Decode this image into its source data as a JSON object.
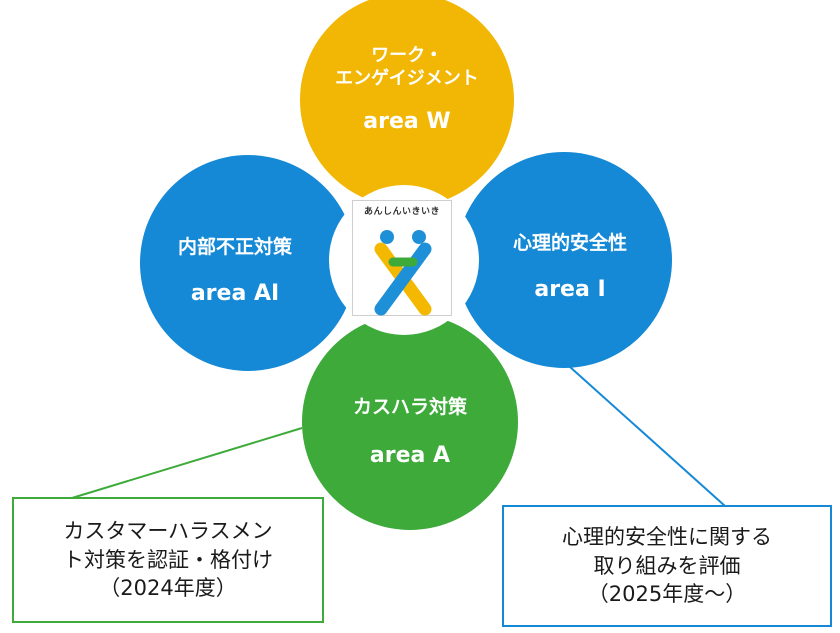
{
  "colors": {
    "work_engagement": "#F2B705",
    "psych_safety": "#1589D6",
    "internal_fraud": "#1589D6",
    "harassment": "#3DAA3A",
    "harassment_box_border": "#3DAA3A",
    "psych_box_border": "#1589D6",
    "logo_blue": "#1E90D8",
    "logo_yellow": "#F5B800",
    "logo_green": "#3DAA3A"
  },
  "areas": {
    "work_engagement": {
      "title_line1": "ワーク・",
      "title_line2": "エンゲイジメント",
      "code": "area W"
    },
    "internal_fraud": {
      "title": "内部不正対策",
      "code": "area AI"
    },
    "psych_safety": {
      "title": "心理的安全性",
      "code": "area I"
    },
    "harassment": {
      "title": "カスハラ対策",
      "code": "area A"
    }
  },
  "center_logo": {
    "text": "あんしんいきいき",
    "icon": "person-figure-logo-icon"
  },
  "notes": {
    "harassment_note": {
      "line1": "カスタマーハラスメン",
      "line2": "ト対策を認証・格付け",
      "line3": "（2024年度）"
    },
    "psych_note": {
      "line1": "心理的安全性に関する",
      "line2": "取り組みを評価",
      "line3": "（2025年度～）"
    }
  }
}
